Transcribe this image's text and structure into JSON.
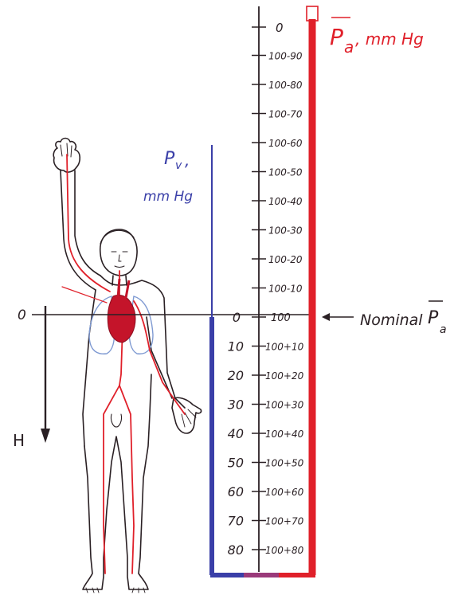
{
  "labels": {
    "pa_symbol": "P",
    "pa_sub": "a",
    "pa_unit": ", mm Hg",
    "pv_symbol": "P",
    "pv_sub": "v",
    "pv_comma": ",",
    "pv_unit": "mm Hg",
    "nominal_word": "Nominal",
    "nominal_symbol": "P",
    "nominal_sub": "a",
    "zero_left": "0",
    "h_label": "H"
  },
  "scale": {
    "top_zero": "0",
    "upper_ticks": [
      "100-90",
      "100-80",
      "100-70",
      "100-60",
      "100-50",
      "100-40",
      "100-30",
      "100-20",
      "100-10"
    ],
    "center_left": "0",
    "center_right": "100",
    "venous_ticks": [
      "10",
      "20",
      "30",
      "40",
      "50",
      "60",
      "70",
      "80"
    ],
    "lower_ticks": [
      "100+10",
      "100+20",
      "100+30",
      "100+40",
      "100+50",
      "100+60",
      "100+70",
      "100+80"
    ]
  },
  "colors": {
    "arterial": "#e0202a",
    "venous": "#3a3fa8",
    "ink": "#2a2024",
    "lung": "#7f9ad2"
  }
}
